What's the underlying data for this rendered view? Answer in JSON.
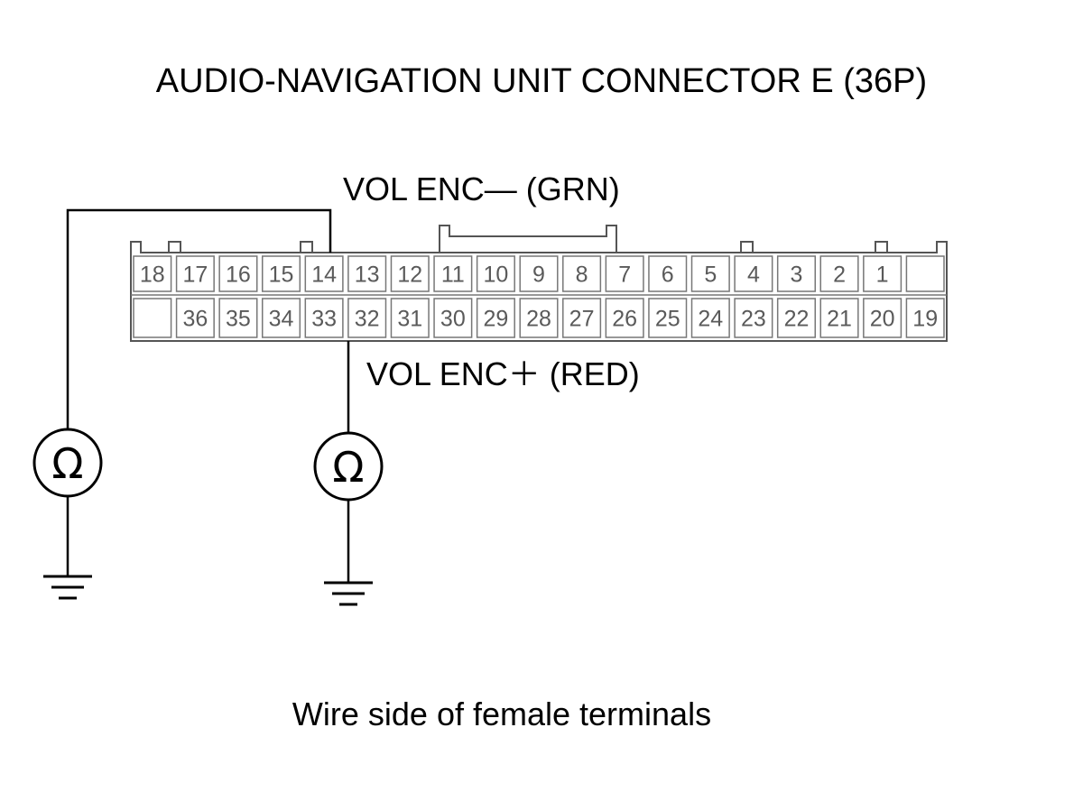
{
  "title": "AUDIO-NAVIGATION UNIT CONNECTOR E (36P)",
  "caption": "Wire side of female terminals",
  "connector": {
    "top_row": [
      "18",
      "17",
      "16",
      "15",
      "14",
      "13",
      "12",
      "11",
      "10",
      "9",
      "8",
      "7",
      "6",
      "5",
      "4",
      "3",
      "2",
      "1",
      ""
    ],
    "bottom_row": [
      "",
      "36",
      "35",
      "34",
      "33",
      "32",
      "31",
      "30",
      "29",
      "28",
      "27",
      "26",
      "25",
      "24",
      "23",
      "22",
      "21",
      "20",
      "19"
    ]
  },
  "wires": [
    {
      "label": "VOL ENC— (GRN)",
      "pin": "14",
      "meter_symbol": "Ω",
      "meter_icon": "ohmmeter-icon",
      "ground_icon": "ground-icon"
    },
    {
      "label": "VOL ENC＋ (RED)",
      "pin": "32",
      "meter_symbol": "Ω",
      "meter_icon": "ohmmeter-icon",
      "ground_icon": "ground-icon"
    }
  ],
  "colors": {
    "line": "#000000",
    "connector_outline": "#555555",
    "pin_text": "#5a5a5a"
  }
}
